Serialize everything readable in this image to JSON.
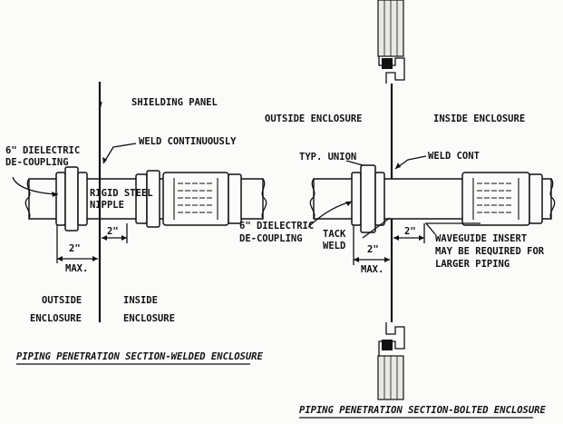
{
  "left_diagram": {
    "shielding_panel": "SHIELDING PANEL",
    "weld_continuously": "WELD CONTINUOUSLY",
    "dielectric_line1": "6\" DIELECTRIC",
    "dielectric_line2": "DE-COUPLING",
    "rigid_steel": "RIGID STEEL",
    "nipple": "NIPPLE",
    "dim_2in_a": "2\"",
    "dim_2in_b": "2\"",
    "dim_max": "MAX.",
    "outside_line1": "OUTSIDE",
    "outside_line2": "ENCLOSURE",
    "inside_line1": "INSIDE",
    "inside_line2": "ENCLOSURE",
    "caption": "PIPING PENETRATION SECTION-WELDED ENCLOSURE"
  },
  "right_diagram": {
    "outside_enclosure": "OUTSIDE ENCLOSURE",
    "inside_enclosure": "INSIDE ENCLOSURE",
    "typ_union": "TYP. UNION",
    "weld_cont": "WELD CONT",
    "dielectric_line1": "6\" DIELECTRIC",
    "dielectric_line2": "DE-COUPLING",
    "tack": "TACK",
    "weld": "WELD",
    "dim_2in_a": "2\"",
    "dim_2in_b": "2\"",
    "dim_max": "MAX.",
    "waveguide_line1": "WAVEGUIDE INSERT",
    "waveguide_line2": "MAY BE REQUIRED FOR",
    "waveguide_line3": "LARGER PIPING",
    "caption": "PIPING PENETRATION SECTION-BOLTED ENCLOSURE"
  }
}
